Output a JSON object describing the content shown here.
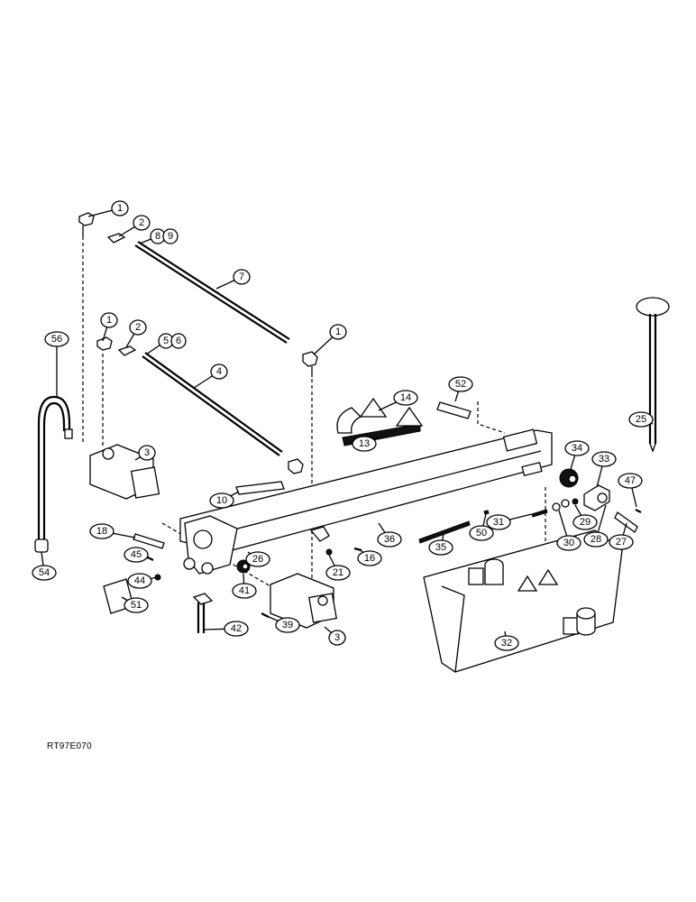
{
  "figure_id": "RT97E070",
  "callouts": [
    "1",
    "2",
    "8",
    "9",
    "7",
    "1",
    "2",
    "5",
    "6",
    "4",
    "1",
    "56",
    "3",
    "52",
    "14",
    "13",
    "25",
    "34",
    "33",
    "47",
    "10",
    "18",
    "45",
    "44",
    "51",
    "26",
    "41",
    "42",
    "39",
    "3",
    "21",
    "16",
    "36",
    "35",
    "50",
    "31",
    "30",
    "29",
    "28",
    "27",
    "32",
    "54"
  ]
}
